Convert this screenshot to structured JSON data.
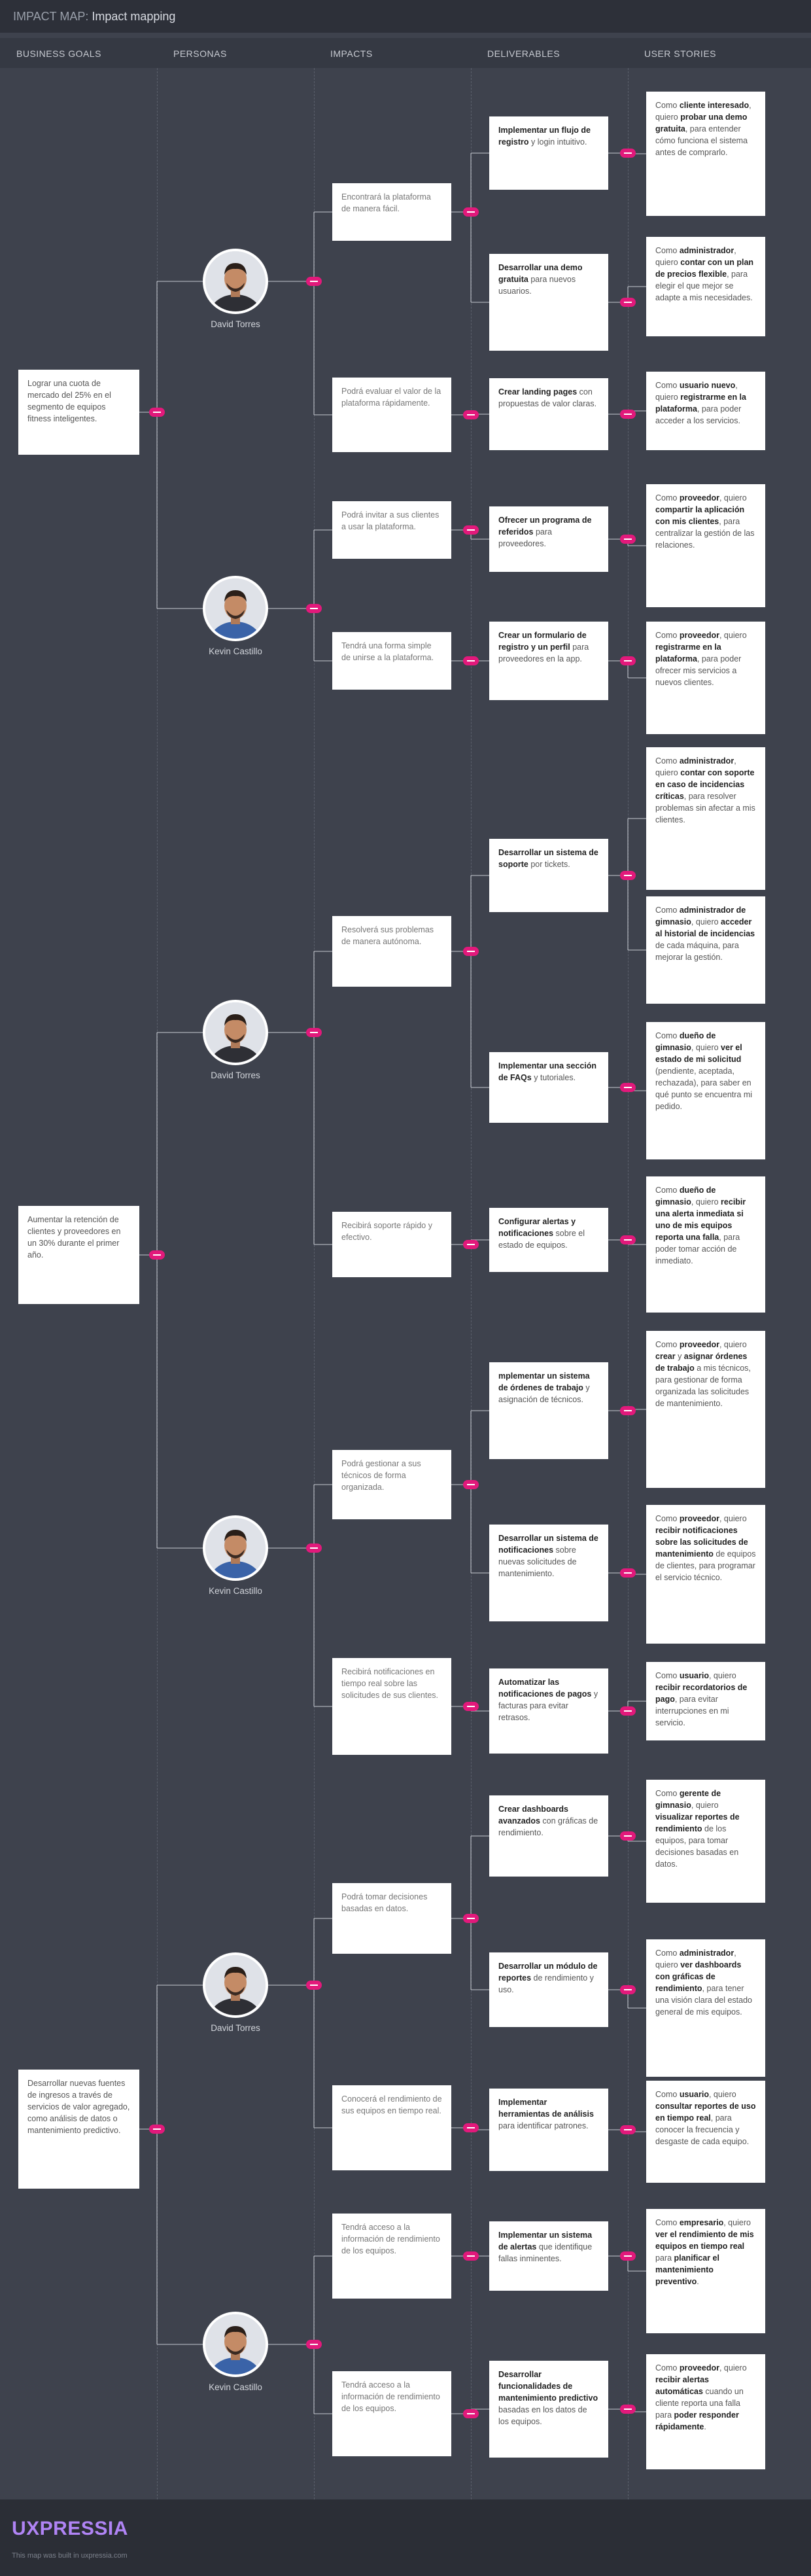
{
  "header": {
    "title_lead": "IMPACT MAP:",
    "title_main": "Impact mapping"
  },
  "columns": [
    "BUSINESS GOALS",
    "PERSONAS",
    "IMPACTS",
    "DELIVERABLES",
    "USER STORIES"
  ],
  "personas": [
    {
      "id": "p1",
      "name": "David Torres",
      "icon": "avatar-man-dark-shirt",
      "shirt": "#2e2f35"
    },
    {
      "id": "p2",
      "name": "Kevin Castillo",
      "icon": "avatar-man-blue-shirt",
      "shirt": "#3a63a8"
    },
    {
      "id": "p3",
      "name": "David Torres",
      "icon": "avatar-man-dark-shirt",
      "shirt": "#2e2f35"
    },
    {
      "id": "p4",
      "name": "Kevin Castillo",
      "icon": "avatar-man-blue-shirt",
      "shirt": "#3a63a8"
    },
    {
      "id": "p5",
      "name": "David Torres",
      "icon": "avatar-man-dark-shirt",
      "shirt": "#2e2f35"
    },
    {
      "id": "p6",
      "name": "Kevin Castillo",
      "icon": "avatar-man-blue-shirt",
      "shirt": "#3a63a8"
    }
  ],
  "goals": [
    {
      "id": "g1",
      "text": "Lograr una cuota de mercado del 25% en el segmento de equipos fitness inteligentes."
    },
    {
      "id": "g2",
      "text": "Aumentar la retención de clientes y proveedores en un 30% durante el primer año."
    },
    {
      "id": "g3",
      "text": "Desarrollar nuevas fuentes de ingresos a través de servicios de valor agregado, como análisis de datos o mantenimiento predictivo."
    }
  ],
  "impacts": [
    {
      "id": "i1",
      "text": "Encontrará la plataforma de manera fácil."
    },
    {
      "id": "i2",
      "text": "Podrá evaluar el valor de la plataforma rápidamente."
    },
    {
      "id": "i3",
      "text": "Podrá invitar a sus clientes a usar la plataforma."
    },
    {
      "id": "i4",
      "text": "Tendrá una forma simple de unirse a la plataforma."
    },
    {
      "id": "i5",
      "text": "Resolverá sus problemas de manera autónoma."
    },
    {
      "id": "i6",
      "text": "Recibirá soporte rápido y efectivo."
    },
    {
      "id": "i7",
      "text": "Podrá gestionar a sus técnicos de forma organizada."
    },
    {
      "id": "i8",
      "text": "Recibirá notificaciones en tiempo real sobre las solicitudes de sus clientes."
    },
    {
      "id": "i9",
      "text": "Podrá tomar decisiones basadas en datos."
    },
    {
      "id": "i10",
      "text": "Conocerá el rendimiento de sus equipos en tiempo real."
    },
    {
      "id": "i11",
      "text": "Tendrá acceso a la información de rendimiento de los equipos."
    },
    {
      "id": "i12",
      "text": "Tendrá acceso a la información de rendimiento de los equipos."
    }
  ],
  "deliverables": [
    {
      "id": "d1",
      "segments": [
        {
          "t": "Implementar un flujo de registro",
          "b": true
        },
        {
          "t": " y login intuitivo.",
          "b": false
        }
      ]
    },
    {
      "id": "d2",
      "segments": [
        {
          "t": "Desarrollar una demo gratuita",
          "b": true
        },
        {
          "t": " para nuevos usuarios.",
          "b": false
        }
      ]
    },
    {
      "id": "d3",
      "segments": [
        {
          "t": "Crear landing pages",
          "b": true
        },
        {
          "t": " con propuestas de valor claras.",
          "b": false
        }
      ]
    },
    {
      "id": "d4",
      "segments": [
        {
          "t": "Ofrecer un programa de referidos",
          "b": true
        },
        {
          "t": " para proveedores.",
          "b": false
        }
      ]
    },
    {
      "id": "d5",
      "segments": [
        {
          "t": "Crear un formulario de registro y un perfil",
          "b": true
        },
        {
          "t": " para proveedores en la app.",
          "b": false
        }
      ]
    },
    {
      "id": "d6",
      "segments": [
        {
          "t": "Desarrollar un sistema de soporte",
          "b": true
        },
        {
          "t": " por tickets.",
          "b": false
        }
      ]
    },
    {
      "id": "d7",
      "segments": [
        {
          "t": "Implementar una sección de FAQs",
          "b": true
        },
        {
          "t": " y tutoriales.",
          "b": false
        }
      ]
    },
    {
      "id": "d8",
      "segments": [
        {
          "t": "Configurar alertas y notificaciones",
          "b": true
        },
        {
          "t": " sobre el estado de equipos.",
          "b": false
        }
      ]
    },
    {
      "id": "d9",
      "segments": [
        {
          "t": "mplementar un sistema de órdenes de trabajo",
          "b": true
        },
        {
          "t": " y asignación de técnicos.",
          "b": false
        }
      ]
    },
    {
      "id": "d10",
      "segments": [
        {
          "t": "Desarrollar un sistema de notificaciones",
          "b": true
        },
        {
          "t": " sobre nuevas solicitudes de mantenimiento.",
          "b": false
        }
      ]
    },
    {
      "id": "d11",
      "segments": [
        {
          "t": "Automatizar las notificaciones de pagos",
          "b": true
        },
        {
          "t": " y facturas para evitar retrasos.",
          "b": false
        }
      ]
    },
    {
      "id": "d12",
      "segments": [
        {
          "t": "Crear dashboards avanzados",
          "b": true
        },
        {
          "t": " con gráficas de rendimiento.",
          "b": false
        }
      ]
    },
    {
      "id": "d13",
      "segments": [
        {
          "t": "Desarrollar un módulo de reportes",
          "b": true
        },
        {
          "t": " de rendimiento y uso.",
          "b": false
        }
      ]
    },
    {
      "id": "d14",
      "segments": [
        {
          "t": "Implementar herramientas de análisis",
          "b": true
        },
        {
          "t": " para identificar patrones.",
          "b": false
        }
      ]
    },
    {
      "id": "d15",
      "segments": [
        {
          "t": "Implementar un sistema de alertas",
          "b": true
        },
        {
          "t": " que identifique fallas inminentes.",
          "b": false
        }
      ]
    },
    {
      "id": "d16",
      "segments": [
        {
          "t": "Desarrollar funcionalidades de mantenimiento predictivo",
          "b": true
        },
        {
          "t": " basadas en los datos de los equipos.",
          "b": false
        }
      ]
    }
  ],
  "stories": [
    {
      "id": "s1",
      "segments": [
        {
          "t": "Como ",
          "b": false
        },
        {
          "t": "cliente interesado",
          "b": true
        },
        {
          "t": ", quiero ",
          "b": false
        },
        {
          "t": "probar una demo gratuita",
          "b": true
        },
        {
          "t": ", para entender cómo funciona el sistema antes de comprarlo.",
          "b": false
        }
      ]
    },
    {
      "id": "s2",
      "segments": [
        {
          "t": "Como ",
          "b": false
        },
        {
          "t": "administrador",
          "b": true
        },
        {
          "t": ", quiero ",
          "b": false
        },
        {
          "t": "contar con un plan de precios flexible",
          "b": true
        },
        {
          "t": ", para elegir el que mejor se adapte a mis necesidades.",
          "b": false
        }
      ]
    },
    {
      "id": "s3",
      "segments": [
        {
          "t": "Como ",
          "b": false
        },
        {
          "t": "usuario nuevo",
          "b": true
        },
        {
          "t": ", quiero ",
          "b": false
        },
        {
          "t": "registrarme en la plataforma",
          "b": true
        },
        {
          "t": ", para poder acceder a los servicios.",
          "b": false
        }
      ]
    },
    {
      "id": "s4",
      "segments": [
        {
          "t": "Como ",
          "b": false
        },
        {
          "t": "proveedor",
          "b": true
        },
        {
          "t": ", quiero ",
          "b": false
        },
        {
          "t": "compartir la aplicación con mis clientes",
          "b": true
        },
        {
          "t": ", para centralizar la gestión de las relaciones.",
          "b": false
        }
      ]
    },
    {
      "id": "s5",
      "segments": [
        {
          "t": "Como ",
          "b": false
        },
        {
          "t": "proveedor",
          "b": true
        },
        {
          "t": ", quiero ",
          "b": false
        },
        {
          "t": "registrarme en la plataforma",
          "b": true
        },
        {
          "t": ", para poder ofrecer mis servicios a nuevos clientes.",
          "b": false
        }
      ]
    },
    {
      "id": "s6",
      "segments": [
        {
          "t": "Como ",
          "b": false
        },
        {
          "t": "administrador",
          "b": true
        },
        {
          "t": ", quiero ",
          "b": false
        },
        {
          "t": "contar con soporte en caso de incidencias críticas",
          "b": true
        },
        {
          "t": ", para resolver problemas sin afectar a mis clientes.",
          "b": false
        }
      ]
    },
    {
      "id": "s7",
      "segments": [
        {
          "t": "Como ",
          "b": false
        },
        {
          "t": "administrador de gimnasio",
          "b": true
        },
        {
          "t": ", quiero ",
          "b": false
        },
        {
          "t": "acceder al historial de incidencias",
          "b": true
        },
        {
          "t": " de cada máquina, para mejorar la gestión.",
          "b": false
        }
      ]
    },
    {
      "id": "s8",
      "segments": [
        {
          "t": "Como ",
          "b": false
        },
        {
          "t": "dueño de gimnasio",
          "b": true
        },
        {
          "t": ", quiero ",
          "b": false
        },
        {
          "t": "ver el estado de mi solicitud",
          "b": true
        },
        {
          "t": " (pendiente, aceptada, rechazada), para saber en qué punto se encuentra mi pedido.",
          "b": false
        }
      ]
    },
    {
      "id": "s9",
      "segments": [
        {
          "t": "Como ",
          "b": false
        },
        {
          "t": "dueño de gimnasio",
          "b": true
        },
        {
          "t": ", quiero ",
          "b": false
        },
        {
          "t": "recibir una alerta inmediata si uno de mis equipos reporta una falla",
          "b": true
        },
        {
          "t": ", para poder tomar acción de inmediato.",
          "b": false
        }
      ]
    },
    {
      "id": "s10",
      "segments": [
        {
          "t": "Como ",
          "b": false
        },
        {
          "t": "proveedor",
          "b": true
        },
        {
          "t": ", quiero ",
          "b": false
        },
        {
          "t": "crear",
          "b": true
        },
        {
          "t": " y ",
          "b": false
        },
        {
          "t": "asignar órdenes de trabajo",
          "b": true
        },
        {
          "t": " a mis técnicos, para gestionar de forma organizada las solicitudes de mantenimiento.",
          "b": false
        }
      ]
    },
    {
      "id": "s11",
      "segments": [
        {
          "t": "Como ",
          "b": false
        },
        {
          "t": "proveedor",
          "b": true
        },
        {
          "t": ", quiero ",
          "b": false
        },
        {
          "t": "recibir notificaciones sobre las solicitudes de mantenimiento",
          "b": true
        },
        {
          "t": " de equipos de clientes, para programar el servicio técnico.",
          "b": false
        }
      ]
    },
    {
      "id": "s12",
      "segments": [
        {
          "t": "Como ",
          "b": false
        },
        {
          "t": "usuario",
          "b": true
        },
        {
          "t": ", quiero ",
          "b": false
        },
        {
          "t": "recibir recordatorios de pago",
          "b": true
        },
        {
          "t": ", para evitar interrupciones en mi servicio.",
          "b": false
        }
      ]
    },
    {
      "id": "s13",
      "segments": [
        {
          "t": "Como ",
          "b": false
        },
        {
          "t": "gerente de gimnasio",
          "b": true
        },
        {
          "t": ", quiero ",
          "b": false
        },
        {
          "t": "visualizar reportes de rendimiento",
          "b": true
        },
        {
          "t": " de los equipos, para tomar decisiones basadas en datos.",
          "b": false
        }
      ]
    },
    {
      "id": "s14",
      "segments": [
        {
          "t": "Como ",
          "b": false
        },
        {
          "t": "administrador",
          "b": true
        },
        {
          "t": ", quiero ",
          "b": false
        },
        {
          "t": "ver dashboards con gráficas de rendimiento",
          "b": true
        },
        {
          "t": ", para tener una visión clara del estado general de mis equipos.",
          "b": false
        }
      ]
    },
    {
      "id": "s15",
      "segments": [
        {
          "t": "Como ",
          "b": false
        },
        {
          "t": "usuario",
          "b": true
        },
        {
          "t": ", quiero ",
          "b": false
        },
        {
          "t": "consultar reportes de uso en tiempo real",
          "b": true
        },
        {
          "t": ", para conocer la frecuencia y desgaste de cada equipo.",
          "b": false
        }
      ]
    },
    {
      "id": "s16",
      "segments": [
        {
          "t": "Como ",
          "b": false
        },
        {
          "t": "empresario",
          "b": true
        },
        {
          "t": ", quiero ",
          "b": false
        },
        {
          "t": "ver el rendimiento de mis equipos en tiempo real",
          "b": true
        },
        {
          "t": " para ",
          "b": false
        },
        {
          "t": "planificar el mantenimiento preventivo",
          "b": true
        },
        {
          "t": ".",
          "b": false
        }
      ]
    },
    {
      "id": "s17",
      "segments": [
        {
          "t": "Como ",
          "b": false
        },
        {
          "t": "proveedor",
          "b": true
        },
        {
          "t": ", quiero ",
          "b": false
        },
        {
          "t": "recibir alertas automáticas",
          "b": true
        },
        {
          "t": " cuando un cliente reporta una falla para ",
          "b": false
        },
        {
          "t": "poder responder rápidamente",
          "b": true
        },
        {
          "t": ".",
          "b": false
        }
      ]
    }
  ],
  "footer": {
    "brand": "UXPRESSIA",
    "built": "This map was built in uxpressia.com"
  },
  "colors": {
    "accent": "#e2197b",
    "brand": "#b084f5",
    "background": "#3e424d"
  }
}
